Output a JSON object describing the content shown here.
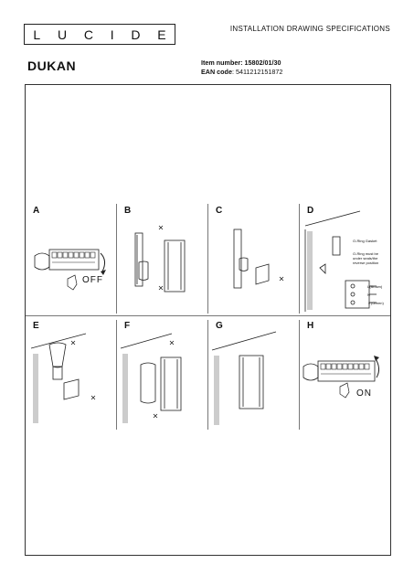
{
  "header": {
    "logo_letters": [
      "L",
      "U",
      "C",
      "I",
      "D",
      "E"
    ],
    "doc_title": "INSTALLATION DRAWING SPECIFICATIONS"
  },
  "product": {
    "name": "DUKAN",
    "item_label": "Item number:",
    "item_number": "15802/01/30",
    "ean_label": "EAN code",
    "ean_value": ": 5411212151872"
  },
  "steps": [
    {
      "label": "A",
      "text": "OFF"
    },
    {
      "label": "B"
    },
    {
      "label": "C"
    },
    {
      "label": "D",
      "notes": [
        "O-Ring Gasket",
        "O-Ring must be under seals/the reverse position"
      ],
      "wires": [
        "L(Brown)",
        "N",
        "⏚(Green)"
      ]
    },
    {
      "label": "E"
    },
    {
      "label": "F"
    },
    {
      "label": "G"
    },
    {
      "label": "H",
      "text": "ON"
    }
  ]
}
